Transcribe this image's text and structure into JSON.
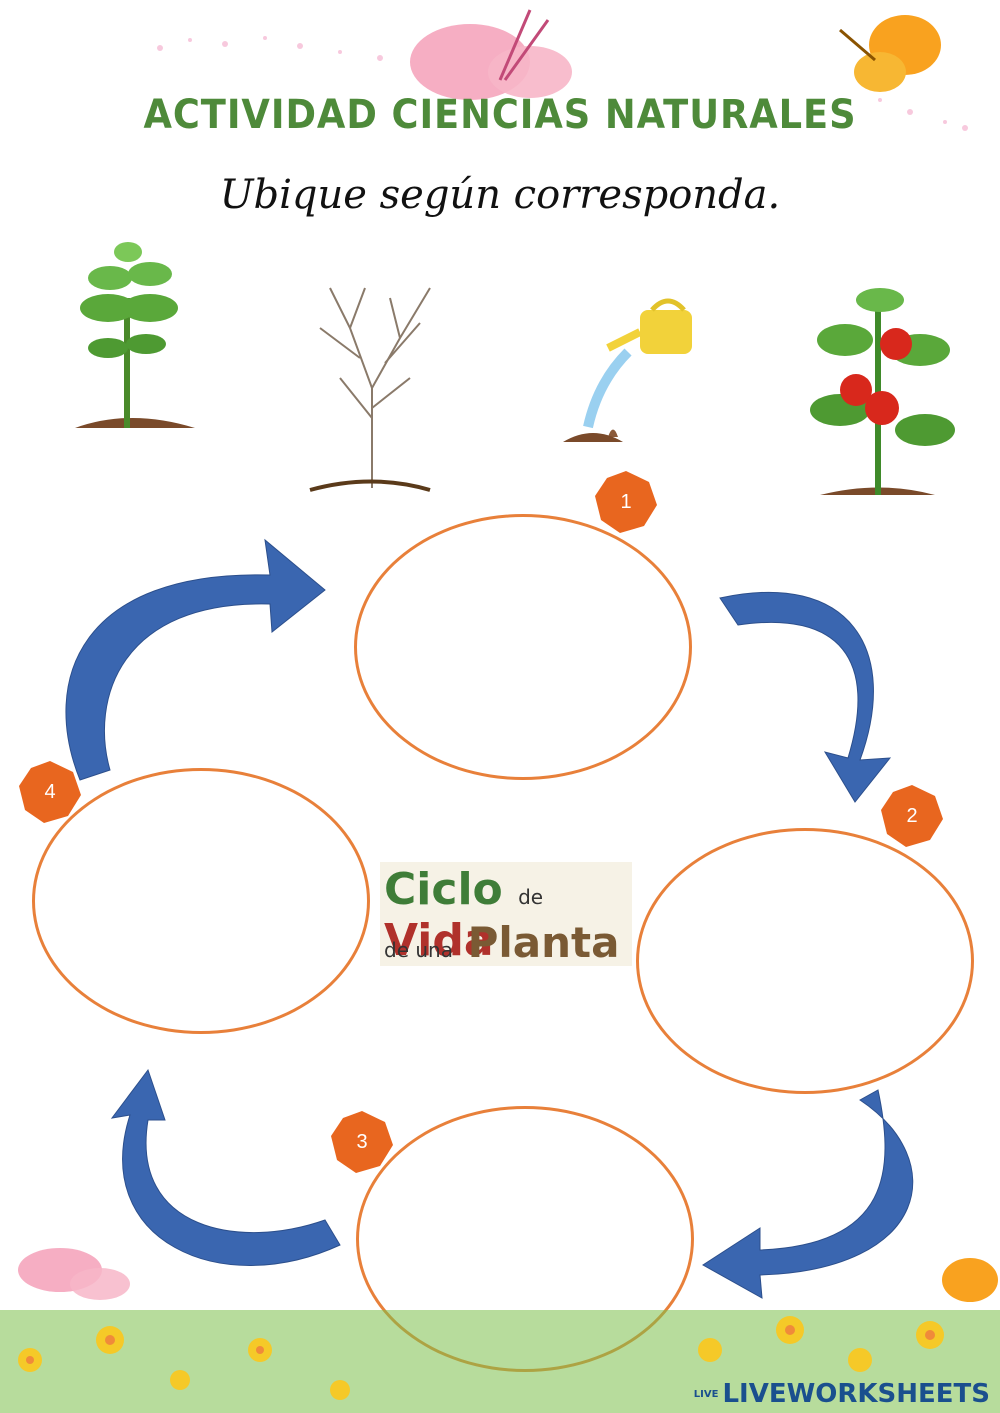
{
  "header": {
    "title": "ACTIVIDAD CIENCIAS NATURALES",
    "subtitle": "Ubique según corresponda."
  },
  "images": [
    {
      "name": "seedling-plant"
    },
    {
      "name": "dry-dead-plant"
    },
    {
      "name": "watering-can-seed"
    },
    {
      "name": "tomato-plant"
    }
  ],
  "steps": {
    "step1": "1",
    "step2": "2",
    "step3": "3",
    "step4": "4"
  },
  "logo": {
    "word1": "Ciclo",
    "word2": "de",
    "word3": "Vida",
    "word4": "de una",
    "word5": "Planta"
  },
  "watermark": {
    "text": "LIVEWORKSHEETS",
    "mark": "LIVE"
  },
  "colors": {
    "title": "#4e8a3a",
    "ellipse_border": "#e8803a",
    "badge": "#e8661f",
    "arrow": "#3a66b0"
  }
}
